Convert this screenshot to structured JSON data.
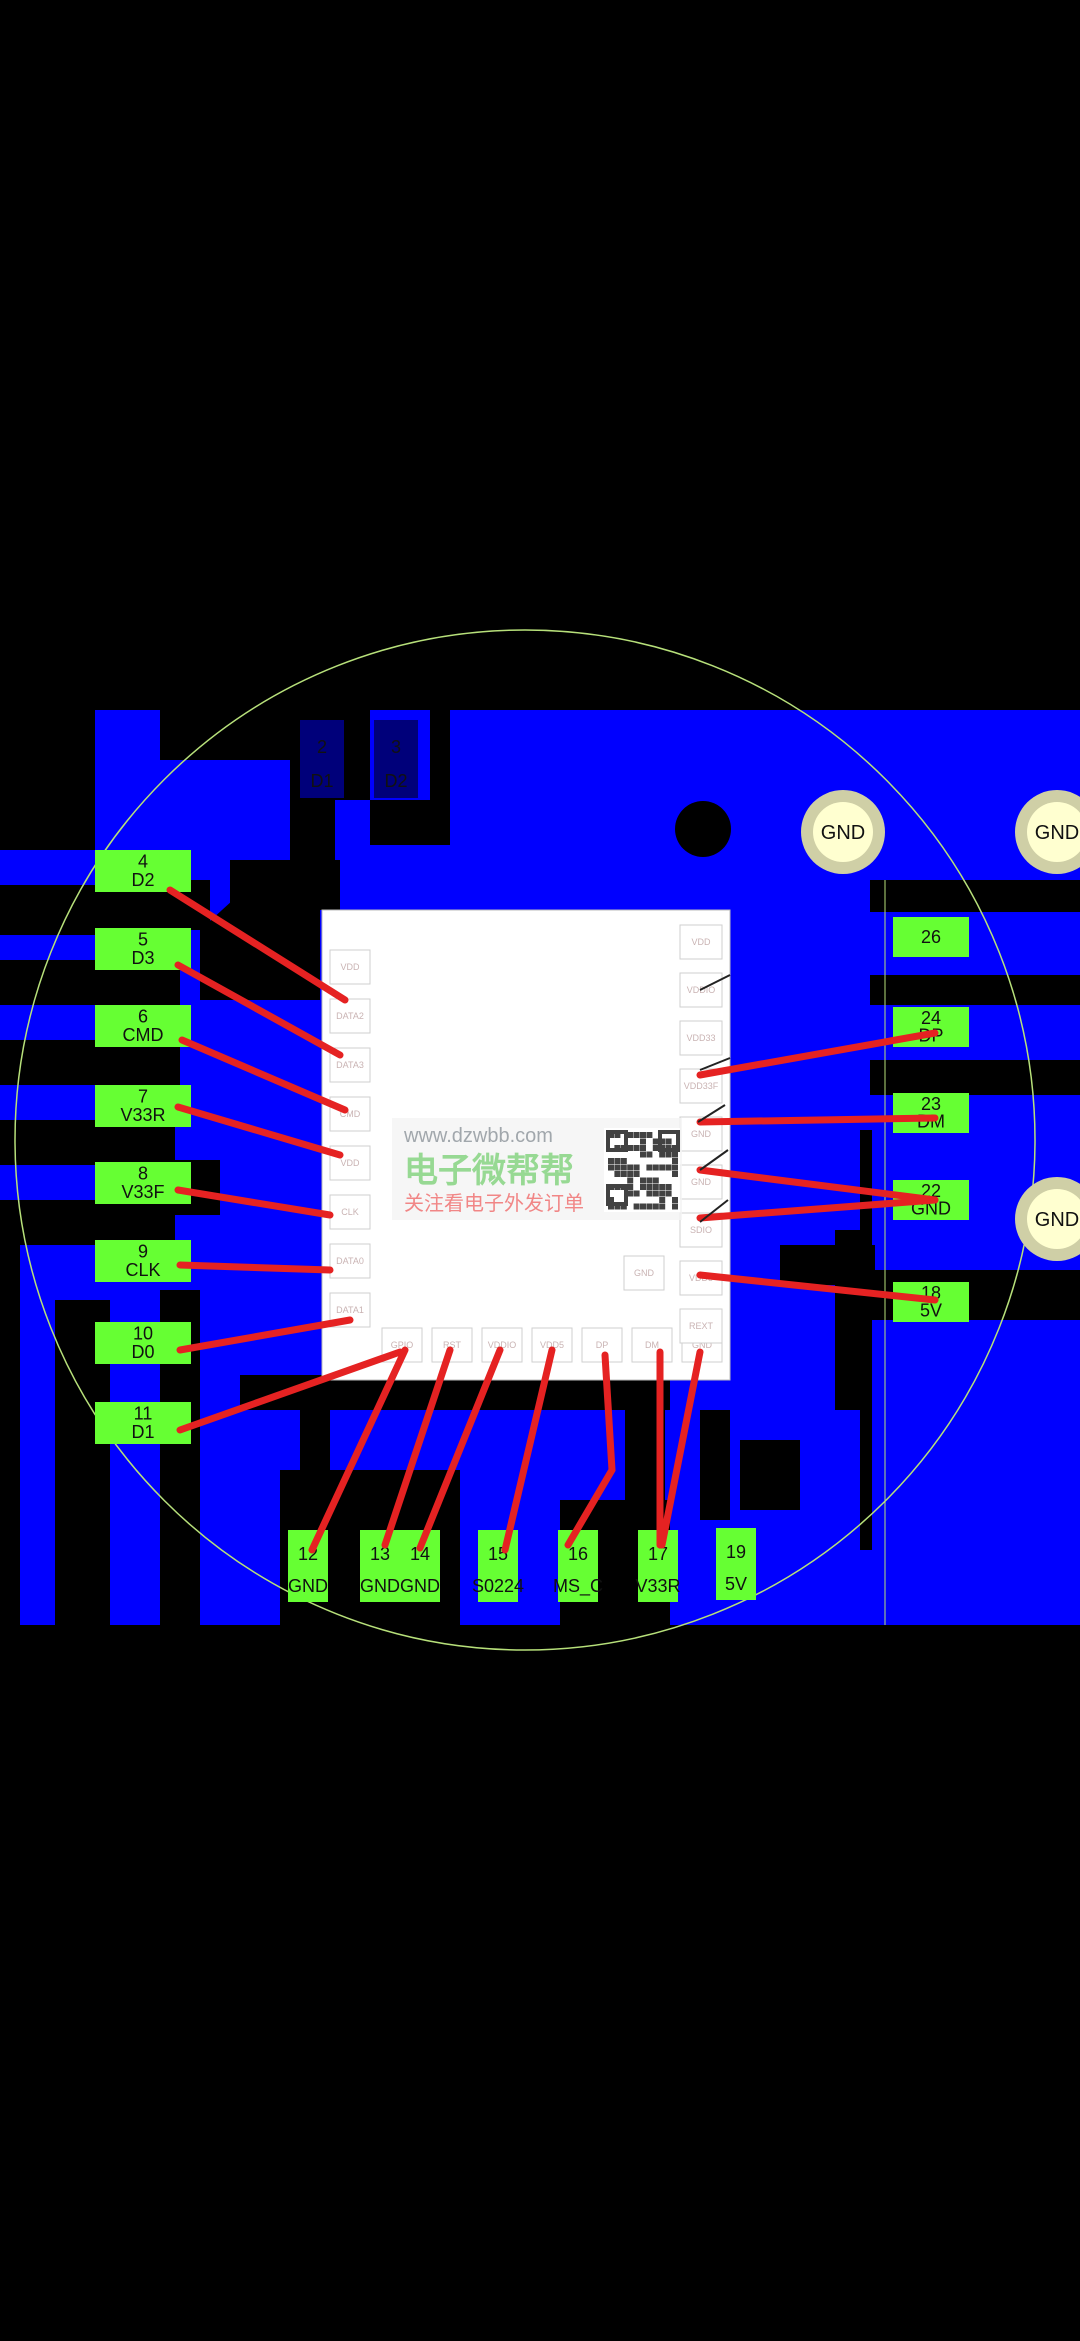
{
  "board": {
    "colors": {
      "background": "#000000",
      "copper": "#0000ff",
      "pad": "#66ff33",
      "chip": "#ffffff",
      "trace": "#e52222",
      "outline": "#b7e07a",
      "gnd_ring": "#cfcfa6",
      "gnd_fill": "#ffffd0"
    },
    "chip_pins": [
      "VDD",
      "DATA2",
      "DATA3",
      "CMD",
      "VDD",
      "CLK",
      "DATA0",
      "DATA1",
      "GPIO",
      "RST",
      "VDDIO",
      "VDD5",
      "DP",
      "DM",
      "GND",
      "GND",
      "VDD",
      "VDDIO",
      "VDD33",
      "VDD33F",
      "GND",
      "GND",
      "SDIO",
      "VDD5",
      "REXT"
    ],
    "ghost_pads": [
      {
        "num": "2",
        "label": "D1"
      },
      {
        "num": "3",
        "label": "D2"
      }
    ],
    "pads_left": [
      {
        "num": "4",
        "label": "D2"
      },
      {
        "num": "5",
        "label": "D3"
      },
      {
        "num": "6",
        "label": "CMD"
      },
      {
        "num": "7",
        "label": "V33R"
      },
      {
        "num": "8",
        "label": "V33F"
      },
      {
        "num": "9",
        "label": "CLK"
      },
      {
        "num": "10",
        "label": "D0"
      },
      {
        "num": "11",
        "label": "D1"
      }
    ],
    "pads_bottom": [
      {
        "num": "12",
        "label": "GND"
      },
      {
        "num": "13",
        "label": "GND"
      },
      {
        "num": "14",
        "label": "GND"
      },
      {
        "num": "15",
        "label": "S0224"
      },
      {
        "num": "16",
        "label": "MS_C"
      },
      {
        "num": "17",
        "label": "V33R"
      },
      {
        "num": "19",
        "label": "5V"
      }
    ],
    "pads_right": [
      {
        "num": "26",
        "label": ""
      },
      {
        "num": "24",
        "label": "DP"
      },
      {
        "num": "23",
        "label": "DM"
      },
      {
        "num": "22",
        "label": "GND"
      },
      {
        "num": "18",
        "label": "5V"
      }
    ],
    "gnd_vias": [
      "GND",
      "GND",
      "GND"
    ]
  },
  "watermark": {
    "url": "www.dzwbb.com",
    "title": "电子微帮帮",
    "subtitle": "关注看电子外发订单"
  }
}
